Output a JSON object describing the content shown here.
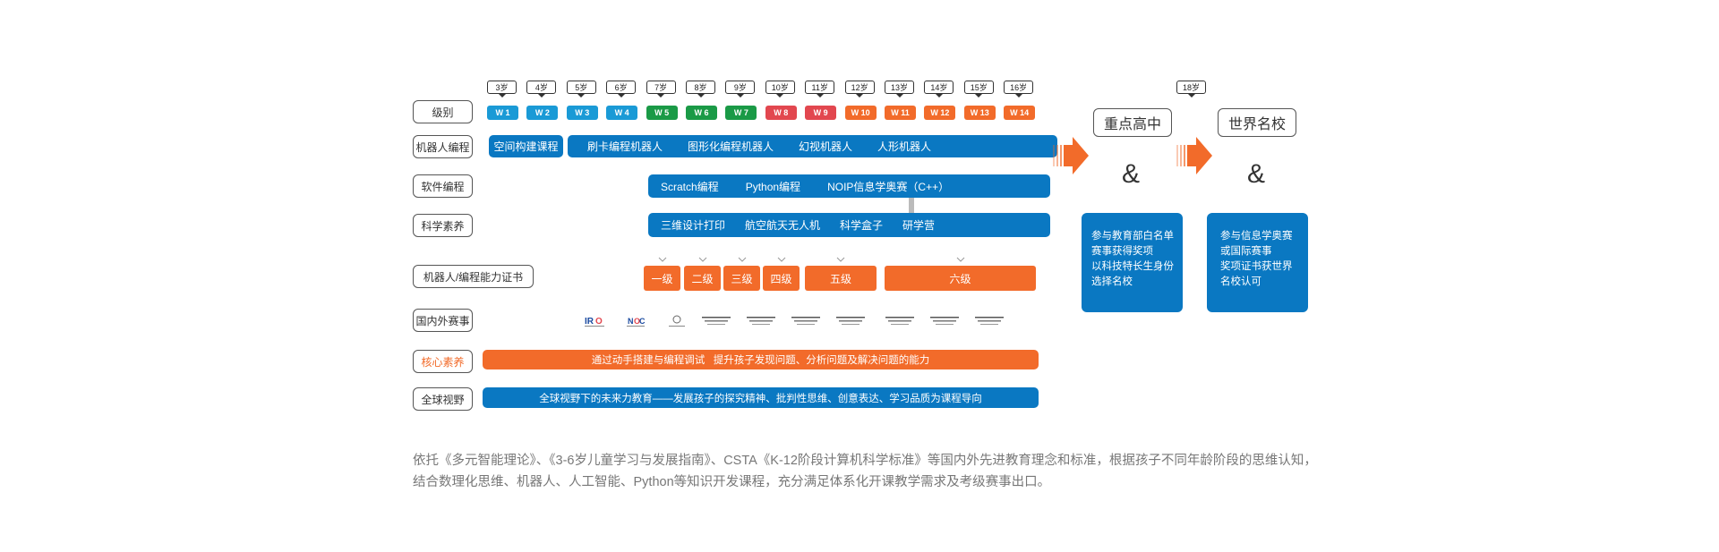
{
  "ages": [
    "3岁",
    "4岁",
    "5岁",
    "6岁",
    "7岁",
    "8岁",
    "9岁",
    "10岁",
    "11岁",
    "12岁",
    "13岁",
    "14岁",
    "15岁",
    "16岁"
  ],
  "age_extra": "18岁",
  "levels": [
    {
      "label": "W 1",
      "color": "#1a9ad6"
    },
    {
      "label": "W 2",
      "color": "#1a9ad6"
    },
    {
      "label": "W 3",
      "color": "#1a9ad6"
    },
    {
      "label": "W 4",
      "color": "#1a9ad6"
    },
    {
      "label": "W 5",
      "color": "#1a9a46"
    },
    {
      "label": "W 6",
      "color": "#1a9a46"
    },
    {
      "label": "W 7",
      "color": "#1a9a46"
    },
    {
      "label": "W 8",
      "color": "#e2474f"
    },
    {
      "label": "W 9",
      "color": "#e2474f"
    },
    {
      "label": "W 10",
      "color": "#f26b2a"
    },
    {
      "label": "W 11",
      "color": "#f26b2a"
    },
    {
      "label": "W 12",
      "color": "#f26b2a"
    },
    {
      "label": "W 13",
      "color": "#f26b2a"
    },
    {
      "label": "W 14",
      "color": "#f26b2a"
    }
  ],
  "row_labels": {
    "level": "级别",
    "robot": "机器人编程",
    "software": "软件编程",
    "science": "科学素养",
    "cert": "机器人/编程能力证书",
    "contest": "国内外赛事",
    "core": "核心素养",
    "global": "全球视野"
  },
  "robot": {
    "first": "空间构建课程",
    "items": [
      "刷卡编程机器人",
      "图形化编程机器人",
      "幻视机器人",
      "人形机器人"
    ]
  },
  "software": {
    "items": [
      "Scratch编程",
      "Python编程",
      "NOIP信息学奥赛（C++）"
    ]
  },
  "science": {
    "items": [
      "三维设计打印",
      "航空航天无人机",
      "科学盒子",
      "研学营"
    ]
  },
  "certs": [
    "一级",
    "二级",
    "三级",
    "四级",
    "五级",
    "六级"
  ],
  "contests": [
    "IRO",
    "NOC",
    "",
    "",
    "",
    "",
    "",
    "",
    "",
    ""
  ],
  "core_text": "通过动手搭建与编程调试   提升孩子发现问题、分析问题及解决问题的能力",
  "global_text": "全球视野下的未来力教育——发展孩子的探究精神、批判性思维、创意表达、学习品质为课程导向",
  "destinations": [
    {
      "title": "重点高中",
      "lines": [
        "参与教育部白名单",
        "赛事获得奖项",
        "以科技特长生身份",
        "选择名校"
      ]
    },
    {
      "title": "世界名校",
      "lines": [
        "参与信息学奥赛",
        "或国际赛事",
        "奖项证书获世界",
        "名校认可"
      ]
    }
  ],
  "amp": "&",
  "colors": {
    "blue": "#0a78c2",
    "orange": "#f26b2a"
  },
  "description": [
    "依托《多元智能理论》、《3-6岁儿童学习与发展指南》、CSTA《K-12阶段计算机科学标准》等国内外先进教育理念和标准，根据孩子不同年龄阶段的思维认知，",
    "结合数理化思维、机器人、人工智能、Python等知识开发课程，充分满足体系化开课教学需求及考级赛事出口。"
  ]
}
